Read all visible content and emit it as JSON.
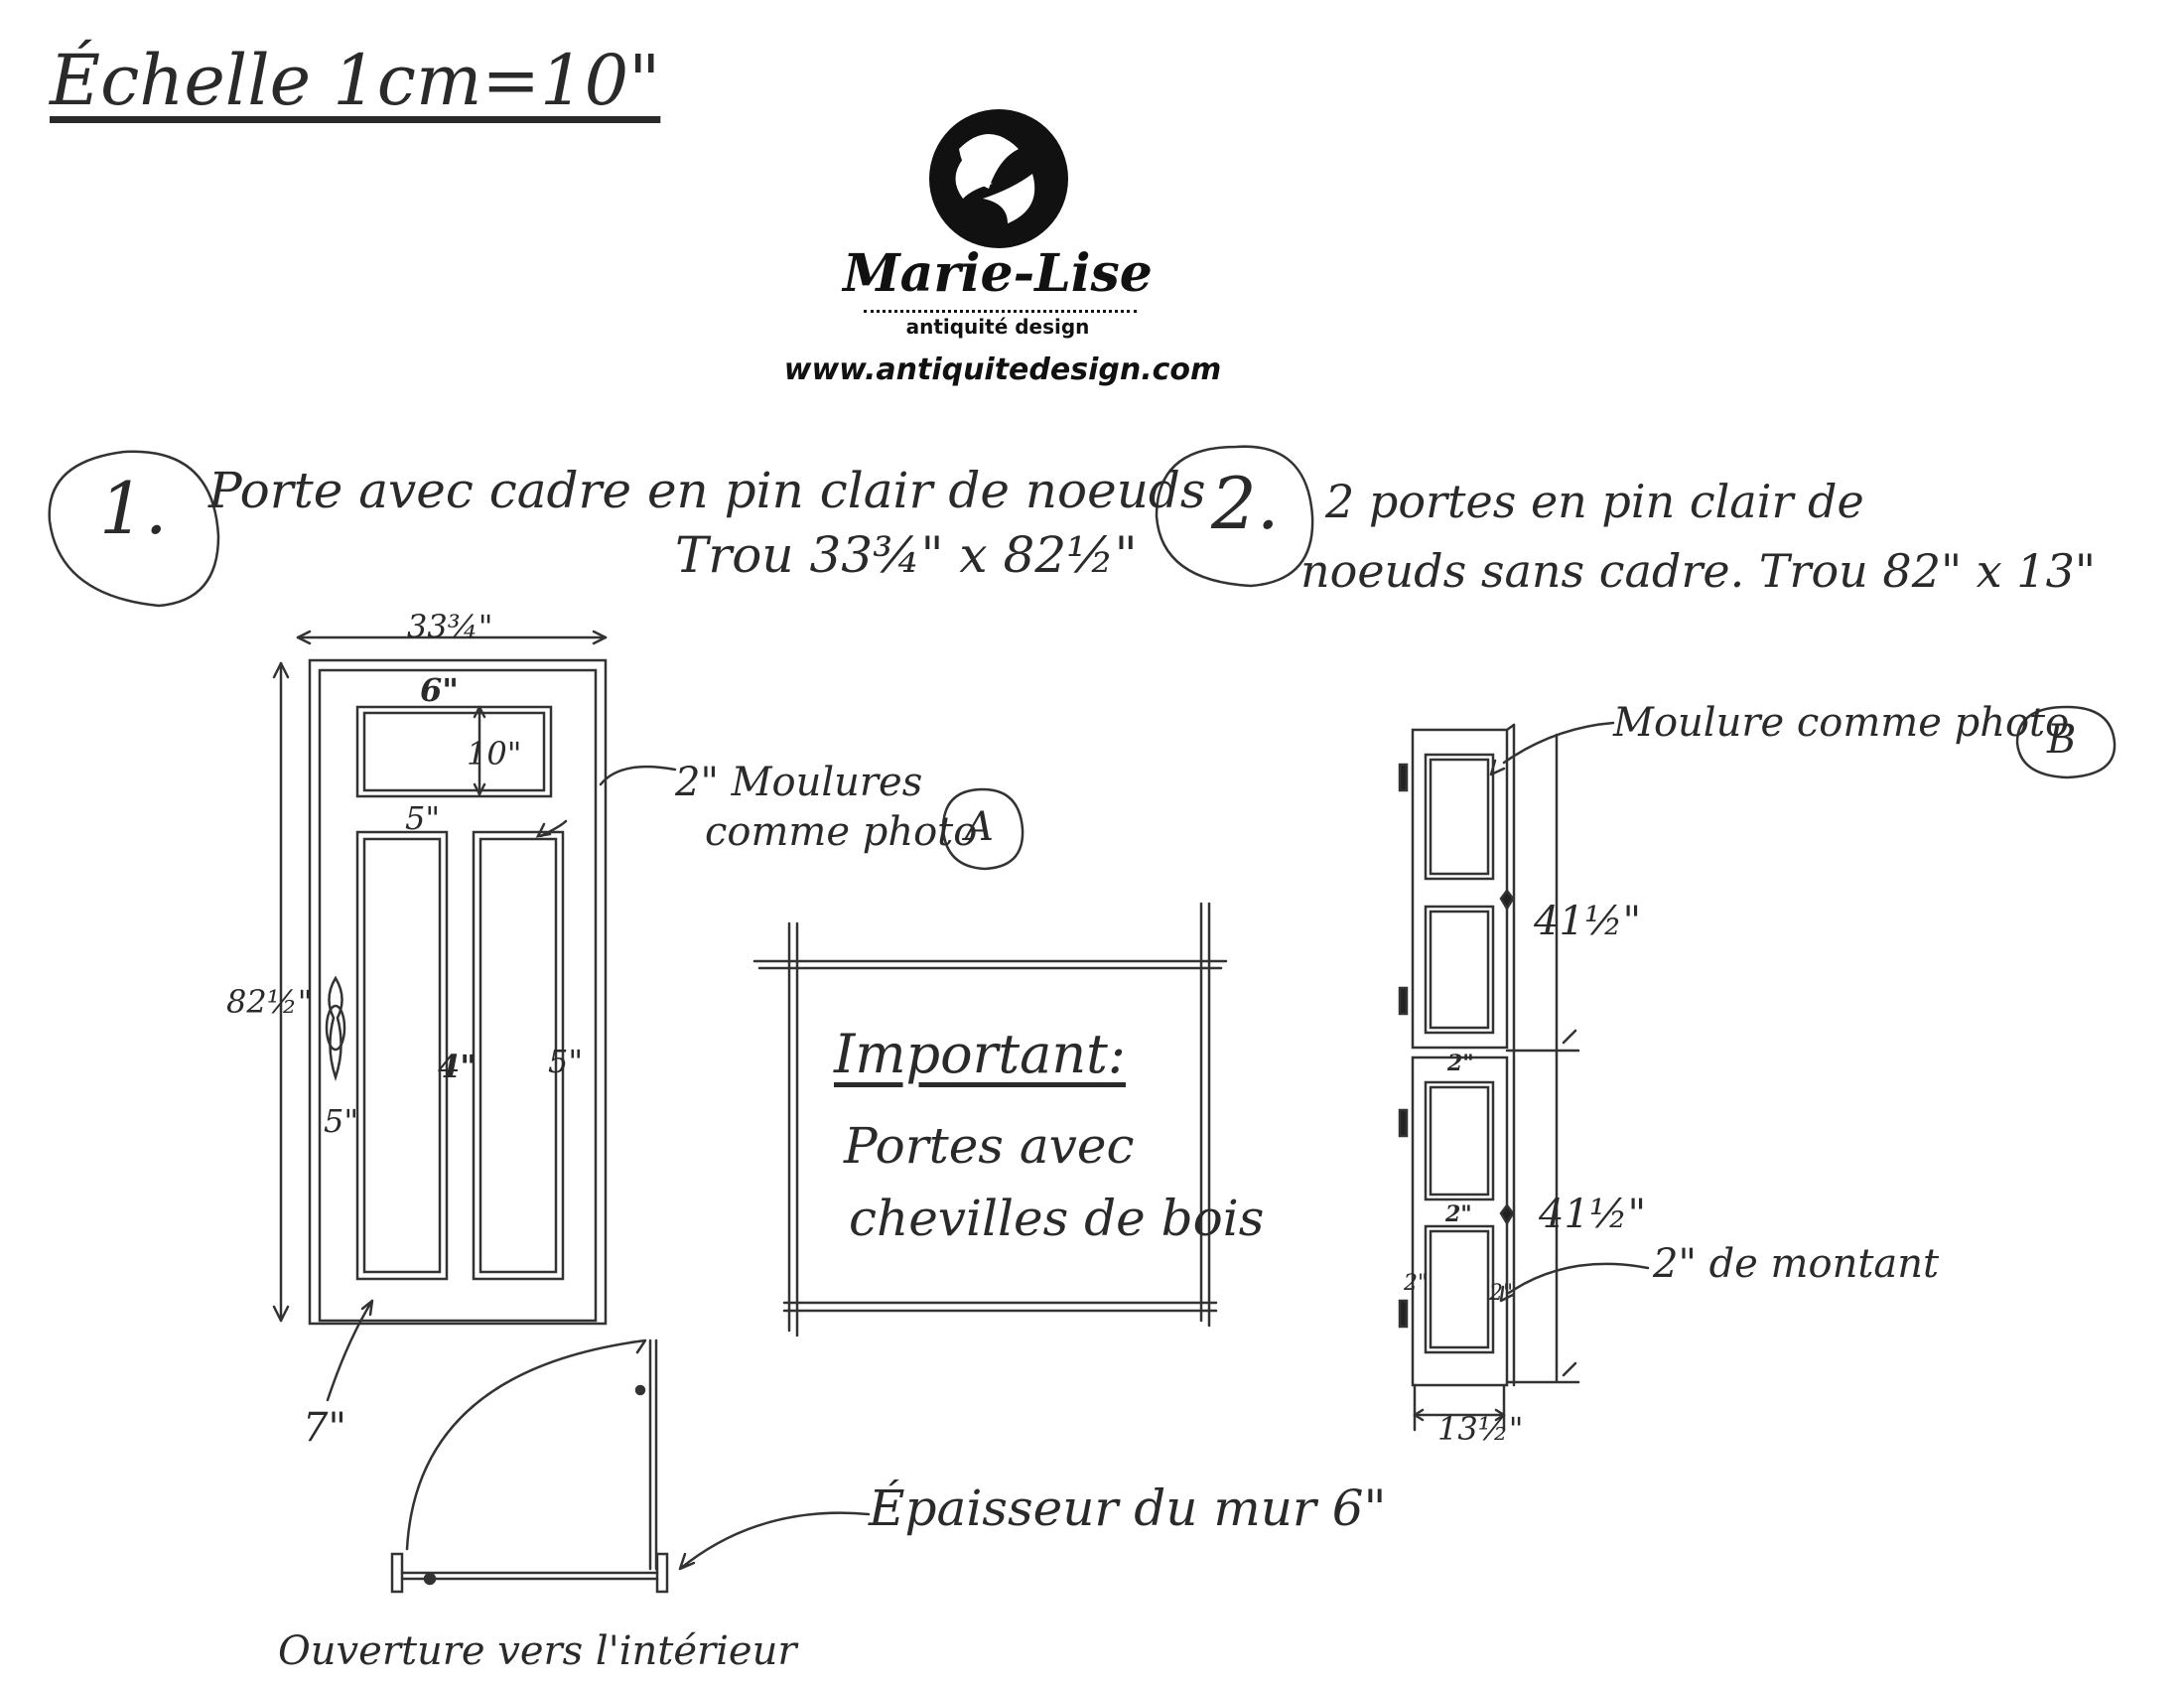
{
  "scale_title": "Échelle 1cm=10\"",
  "logo": {
    "name": "Marie-Lise",
    "tagline": "antiquité design",
    "url": "www.antiquitedesign.com"
  },
  "section1": {
    "number": "1.",
    "title": "Porte avec cadre en pin clair de noeuds",
    "subtitle": "Trou 33¾\" x 82½\"",
    "dimensions": {
      "width": "33¾\"",
      "height": "82½\"",
      "top_rail": "6\"",
      "top_panel": "10\"",
      "mid_rail": "5\"",
      "center_stile": "4\"",
      "right_stile": "5\"",
      "left_stile": "5\"",
      "bottom_rail": "7\""
    },
    "moulding_note_line1": "2\" Moulures",
    "moulding_note_line2": "comme photo",
    "photo_ref": "A",
    "wall_note": "Épaisseur du mur 6\"",
    "opening_note": "Ouverture vers l'intérieur"
  },
  "important": {
    "title": "Important:",
    "line1": "Portes avec",
    "line2": "chevilles de bois"
  },
  "section2": {
    "number": "2.",
    "title": "2 portes en pin clair de",
    "subtitle": "noeuds sans cadre. Trou 82\" x 13\"",
    "moulding_note": "Moulure comme photo",
    "photo_ref": "B",
    "dimensions": {
      "upper_height": "41½\"",
      "lower_height": "41½\"",
      "width": "13½\"",
      "rail_a": "2\"",
      "rail_b": "2\"",
      "stile_left": "2\"",
      "stile_right": "2\""
    },
    "stile_note": "2\" de montant"
  }
}
